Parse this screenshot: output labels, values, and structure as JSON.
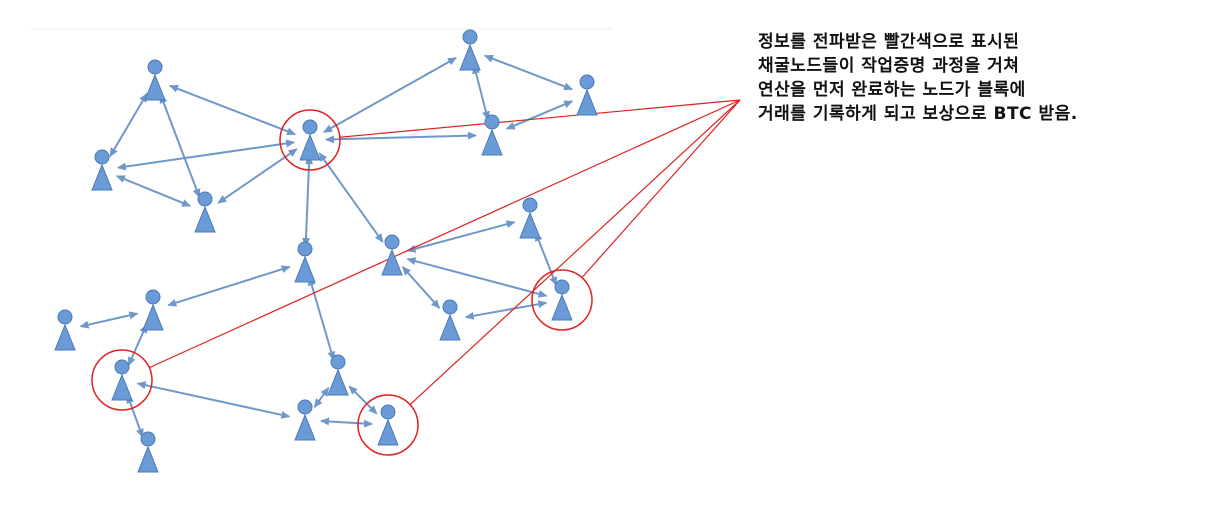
{
  "annotation": {
    "lines": [
      "정보를 전파받은 빨간색으로 표시된",
      "채굴노드들이 작업증명 과정을 거쳐",
      "연산을 먼저 완료하는 노드가 블록에",
      "거래를 기록하게 되고 보상으로 BTC 받음."
    ]
  },
  "colors": {
    "node": "#6a9bd6",
    "node_stroke": "#4a78b8",
    "arrow": "#6f98c8",
    "highlight": "#e02020",
    "text": "#111111"
  },
  "icons": {
    "node": "person-node-icon"
  }
}
